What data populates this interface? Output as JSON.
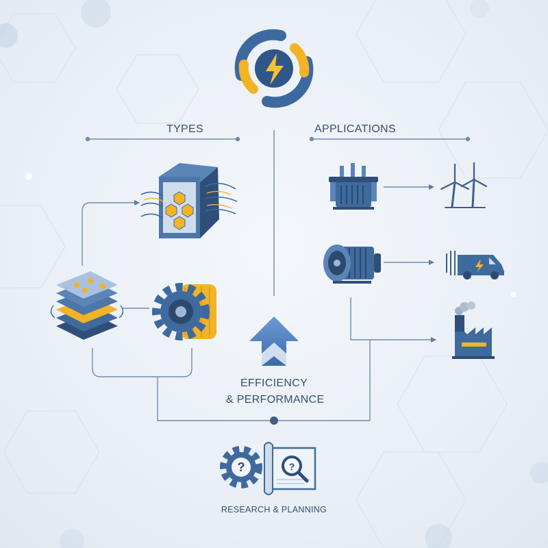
{
  "sections": {
    "types_label": "TYPES",
    "applications_label": "APPLICATIONS",
    "efficiency_line1": "EFFICIENCY",
    "efficiency_line2": "& PERFORMANCE",
    "research_label": "RESEARCH & PLANNING"
  },
  "icons": {
    "logo": "lightning-cycle-icon",
    "types": [
      "transformer-core-icon",
      "laminated-core-icon",
      "wound-gear-icon"
    ],
    "applications": [
      "power-transformer-icon",
      "wind-turbine-icon",
      "electric-motor-icon",
      "electric-van-icon",
      "factory-icon"
    ],
    "research": [
      "question-gear-icon",
      "blueprint-magnifier-icon"
    ],
    "efficiency": "up-arrow-icon"
  },
  "colors": {
    "primary_blue": "#3f6a9e",
    "dark_blue": "#2c4a6e",
    "accent_yellow": "#f2b325",
    "line": "#7a93b3",
    "text": "#34506f"
  }
}
